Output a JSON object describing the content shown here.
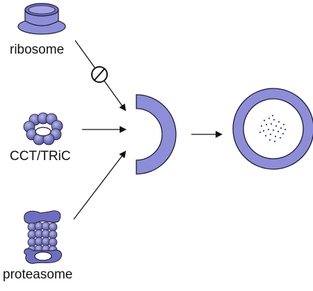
{
  "labels": {
    "ribosome": "ribosome",
    "cct": "CCT/TRiC",
    "proteasome": "proteasome"
  },
  "colors": {
    "fill": "#8e8ed8",
    "fill_dark": "#5454a8",
    "stroke": "#1a1a2e",
    "dots": "#3a3a8c"
  },
  "icons": {
    "inhibition": "inhibition-symbol-icon"
  }
}
